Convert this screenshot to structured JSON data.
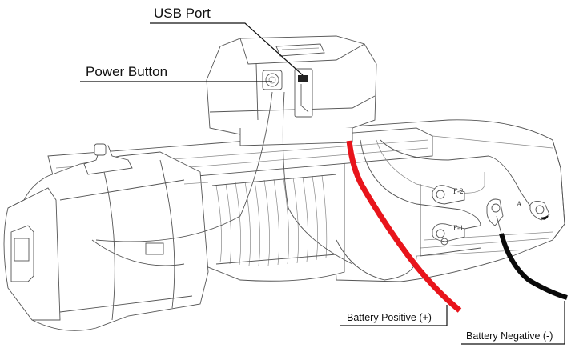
{
  "diagram": {
    "subject": "Electric winch wiring diagram",
    "callouts": {
      "usb_port": "USB Port",
      "power_button": "Power Button",
      "battery_positive": "Battery Positive (+)",
      "battery_negative": "Battery Negative (-)"
    },
    "terminals": {
      "f2": "F-2",
      "f1": "F-1",
      "a": "A"
    },
    "colors": {
      "positive_cable": "#e8141b",
      "negative_cable": "#0a0a0a",
      "line_art": "#555555",
      "leader_line": "#111111"
    }
  }
}
